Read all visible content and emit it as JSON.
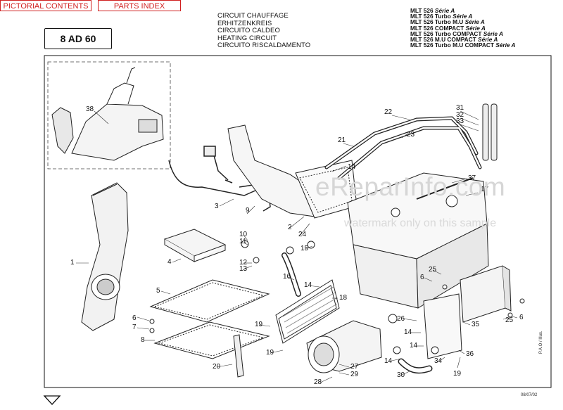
{
  "header": {
    "tab_pictorial": "PICTORIAL CONTENTS",
    "tab_parts": "PARTS INDEX"
  },
  "page_code": "8 AD 60",
  "titles": [
    "CIRCUIT CHAUFFAGE",
    "ERHITZENKREIS",
    "CIRCUITO CALDEO",
    "HEATING CIRCUIT",
    "CIRCUITO RISCALDAMENTO"
  ],
  "models": [
    {
      "name": "MLT 526",
      "series": "Série A"
    },
    {
      "name": "MLT 526 Turbo",
      "series": "Série A"
    },
    {
      "name": "MLT 526 Turbo M.U",
      "series": "Série A"
    },
    {
      "name": "MLT 526 COMPACT",
      "series": "Série A"
    },
    {
      "name": "MLT 526 Turbo COMPACT",
      "series": "Série A"
    },
    {
      "name": "MLT 526 M.U COMPACT",
      "series": "Série A"
    },
    {
      "name": "MLT 526 Turbo M.U COMPACT",
      "series": "Série A"
    }
  ],
  "callouts": [
    "38",
    "31",
    "32",
    "33",
    "22",
    "23",
    "21",
    "14",
    "37",
    "17",
    "1",
    "3",
    "9",
    "2",
    "24",
    "4",
    "10",
    "11",
    "12",
    "13",
    "15",
    "6",
    "5",
    "16",
    "14",
    "18",
    "25",
    "6",
    "7",
    "8",
    "19",
    "19",
    "20",
    "26",
    "14",
    "14",
    "35",
    "6",
    "25",
    "36",
    "34",
    "14",
    "30",
    "19",
    "27",
    "29",
    "28"
  ],
  "watermark": "eReparInfo.com",
  "watermark_sub": "watermark only on this sample",
  "date": "08/07/02",
  "illus_code": "P.A.O / Illus."
}
